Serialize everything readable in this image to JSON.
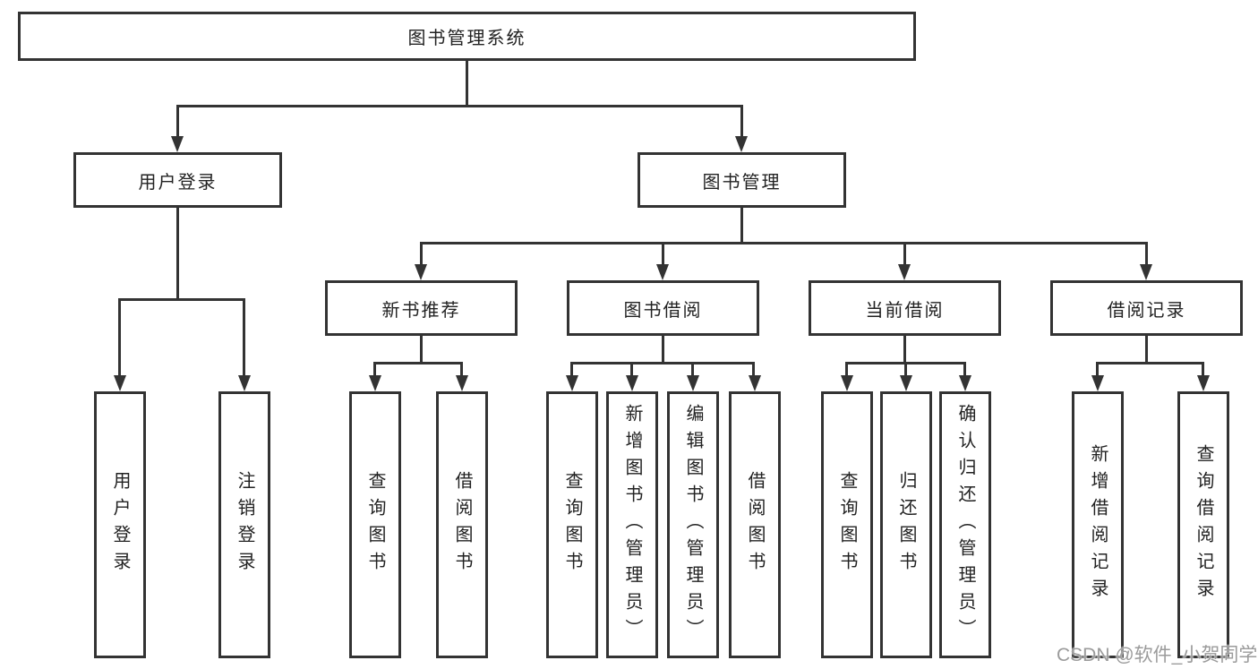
{
  "diagram": {
    "title": "图书管理系统",
    "level2": {
      "login": "用户登录",
      "books": "图书管理"
    },
    "level3": {
      "recommend": "新书推荐",
      "borrow": "图书借阅",
      "current": "当前借阅",
      "records": "借阅记录"
    },
    "leaves": {
      "login": [
        "用户登录",
        "注销登录"
      ],
      "recommend": [
        "查询图书",
        "借阅图书"
      ],
      "borrow": [
        "查询图书",
        "新增图书（管理员）",
        "编辑图书（管理员）",
        "借阅图书"
      ],
      "current": [
        "查询图书",
        "归还图书",
        "确认归还（管理员）"
      ],
      "records": [
        "新增借阅记录",
        "查询借阅记录"
      ]
    }
  },
  "watermark": {
    "text": "CSDN @软件_小贺同学"
  },
  "colors": {
    "line": "#333333",
    "text": "#222222",
    "bg": "#ffffff",
    "watermark": "#9b9b9b"
  }
}
